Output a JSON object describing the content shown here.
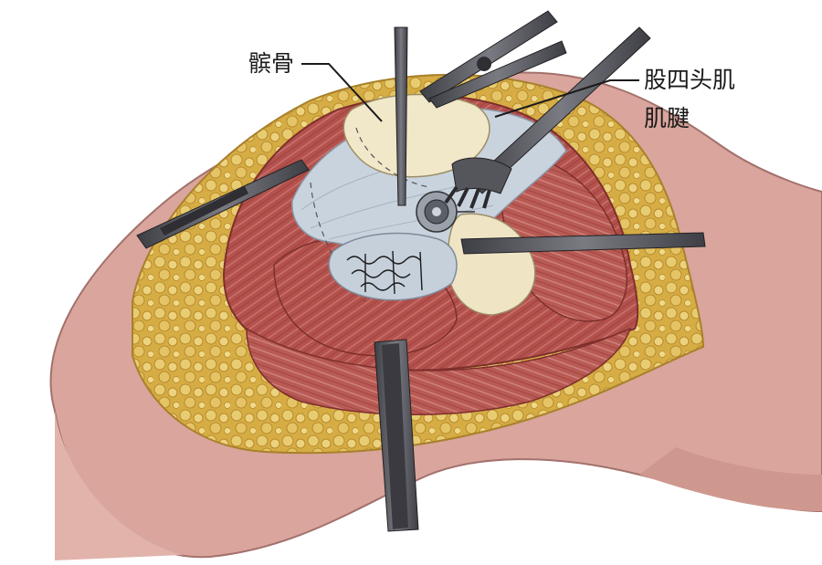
{
  "labels": {
    "patella": "髌骨",
    "quadriceps_line1": "股四头肌",
    "quadriceps_line2": "肌腱"
  },
  "colors": {
    "skin": "#d9a59d",
    "fat": "#d9b24a",
    "muscle": "#b5524d",
    "tendon": "#c9d3de",
    "bone": "#f0e6c8",
    "instrument": "#55555c"
  },
  "icons": [
    "forceps-icon",
    "retractor-fork-icon",
    "retractor-strap-icon",
    "pin-icon"
  ]
}
